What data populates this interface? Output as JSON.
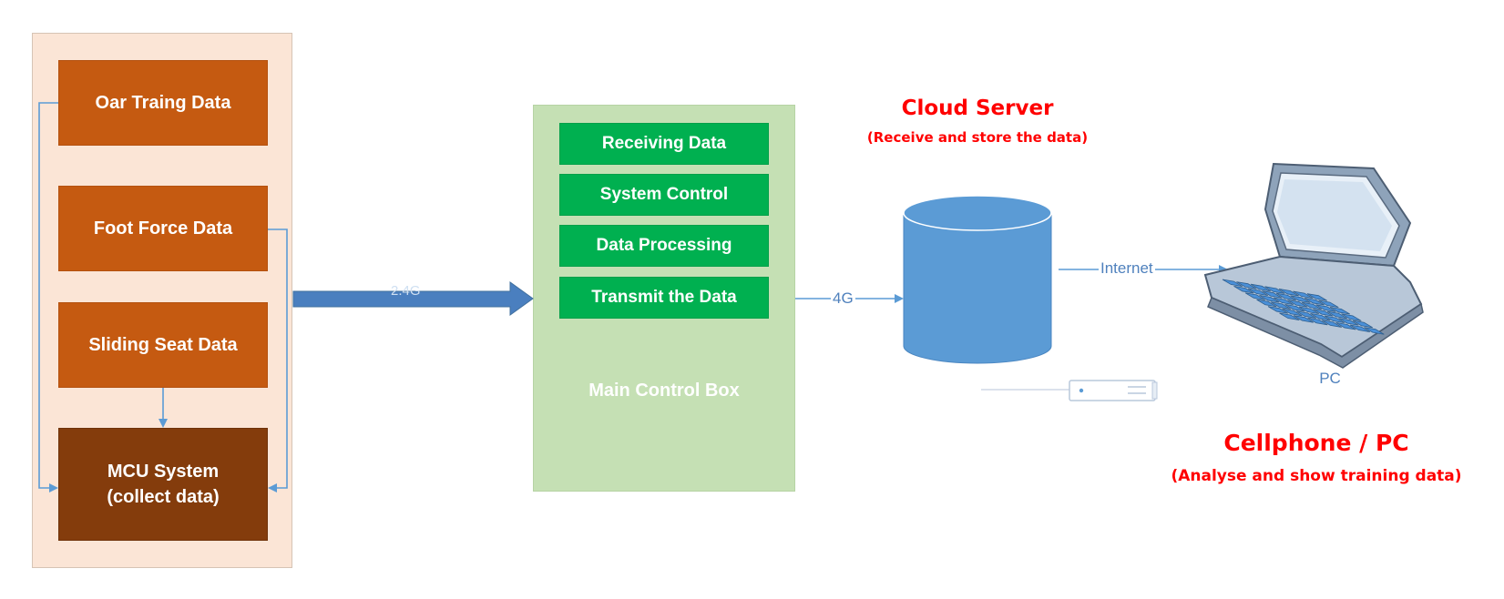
{
  "left_panel": {
    "boxes": [
      {
        "label": "Oar Traing Data"
      },
      {
        "label": "Foot Force Data"
      },
      {
        "label": "Sliding Seat Data"
      }
    ],
    "mcu": {
      "line1": "MCU System",
      "line2": "(collect data)"
    }
  },
  "links": {
    "wireless": "2.4G",
    "cellular": "4G",
    "internet": "Internet"
  },
  "main_box": {
    "items": [
      {
        "label": "Receiving Data"
      },
      {
        "label": "System Control"
      },
      {
        "label": "Data Processing"
      },
      {
        "label": "Transmit the Data"
      }
    ],
    "label": "Main Control Box"
  },
  "cloud": {
    "title": "Cloud Server",
    "subtitle": "(Receive and store the data)"
  },
  "client": {
    "device_label": "PC",
    "title": "Cellphone / PC",
    "subtitle": "(Analyse and show training data)"
  },
  "colors": {
    "orange": "#c55a11",
    "brown": "#843c0c",
    "green": "#00b050",
    "light_green": "#c5e0b4",
    "peach": "#fbe5d6",
    "blue": "#5b9bd5",
    "red": "#ff0000"
  }
}
